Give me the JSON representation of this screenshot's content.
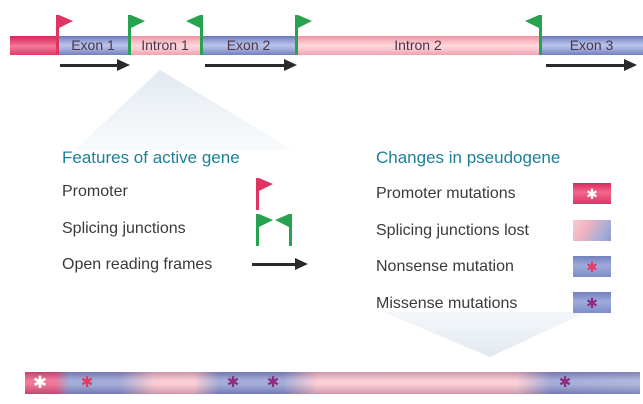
{
  "gene_bar": {
    "segments": [
      {
        "label": "",
        "type": "promoter"
      },
      {
        "label": "Exon 1",
        "type": "exon"
      },
      {
        "label": "Intron 1",
        "type": "intron"
      },
      {
        "label": "Exon 2",
        "type": "exon"
      },
      {
        "label": "Intron 2",
        "type": "intron"
      },
      {
        "label": "Exon 3",
        "type": "exon"
      }
    ],
    "flags": [
      {
        "color": "red",
        "direction": "right",
        "meaning": "promoter"
      },
      {
        "color": "green",
        "direction": "right",
        "meaning": "splice-junction"
      },
      {
        "color": "green",
        "direction": "left",
        "meaning": "splice-junction"
      },
      {
        "color": "green",
        "direction": "right",
        "meaning": "splice-junction"
      },
      {
        "color": "green",
        "direction": "left",
        "meaning": "splice-junction"
      }
    ],
    "orf_arrow_count": 3
  },
  "legend_active": {
    "title": "Features of active gene",
    "items": [
      {
        "label": "Promoter",
        "icon": "red-flag"
      },
      {
        "label": "Splicing junctions",
        "icon": "green-flag-pair"
      },
      {
        "label": "Open reading frames",
        "icon": "black-arrow"
      }
    ]
  },
  "legend_pseudo": {
    "title": "Changes in pseudogene",
    "items": [
      {
        "label": "Promoter mutations",
        "icon": "crimson-box-white-star"
      },
      {
        "label": "Splicing junctions lost",
        "icon": "pink-blue-gradient-box"
      },
      {
        "label": "Nonsense mutation",
        "icon": "blue-box-crimson-star"
      },
      {
        "label": "Missense mutations",
        "icon": "blue-box-purple-star"
      }
    ]
  },
  "pseudogene_bar": {
    "stars": [
      {
        "type": "promoter-mutation",
        "color": "#ffffff"
      },
      {
        "type": "nonsense-mutation",
        "color": "#e23a68"
      },
      {
        "type": "missense-mutation",
        "color": "#8e2d80"
      },
      {
        "type": "missense-mutation",
        "color": "#8e2d80"
      },
      {
        "type": "missense-mutation",
        "color": "#8e2d80"
      }
    ]
  },
  "glyphs": {
    "star": "✱"
  },
  "colors": {
    "promoter_crimson": "#e8426e",
    "exon_blue": "#8d9cd4",
    "intron_pink": "#f7bac3",
    "flag_green": "#27a24f",
    "flag_red": "#dd3463",
    "heading_teal": "#1d8099",
    "body_text": "#3a3a3a",
    "star_purple": "#8e2d80",
    "callout_gray_blue": "#dde7f0"
  }
}
